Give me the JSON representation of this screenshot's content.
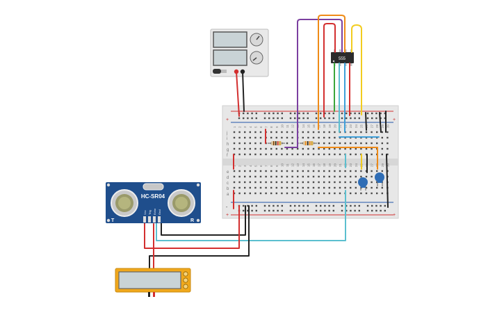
{
  "colors": {
    "wire_red": "#d32f2f",
    "wire_black": "#222222",
    "wire_purple": "#7b3fa0",
    "wire_orange": "#ef8a17",
    "wire_green": "#3aa63a",
    "wire_blue": "#3f9fd8",
    "wire_yellow": "#f2cc1f",
    "wire_cyan": "#5bbfcf",
    "breadboard": "#e6e6e6",
    "sensor_board": "#1f4e8c",
    "lcd_frame": "#f0a81c",
    "capacitor": "#2f6db5"
  },
  "sensor": {
    "model": "HC-SR04",
    "left_marker": "T",
    "right_marker": "R",
    "pins": [
      "Vcc",
      "Trig",
      "Echo",
      "Gnd"
    ]
  },
  "ic": {
    "label": "555"
  },
  "power_supply": {
    "icon": "bench-power-supply-icon"
  },
  "lcd": {
    "icon": "lcd-module-icon"
  },
  "breadboard": {
    "rows_top": [
      "j",
      "i",
      "h",
      "g",
      "f"
    ],
    "rows_bottom": [
      "e",
      "d",
      "c",
      "b",
      "a"
    ],
    "plus": "+",
    "minus": "-",
    "columns": [
      "1",
      "2",
      "3",
      "4",
      "5",
      "6",
      "7",
      "8",
      "9",
      "10",
      "11",
      "12",
      "13",
      "14",
      "15",
      "16",
      "17",
      "18",
      "19",
      "20",
      "21",
      "22",
      "23",
      "24",
      "25",
      "26",
      "27",
      "28",
      "29",
      "30"
    ]
  }
}
